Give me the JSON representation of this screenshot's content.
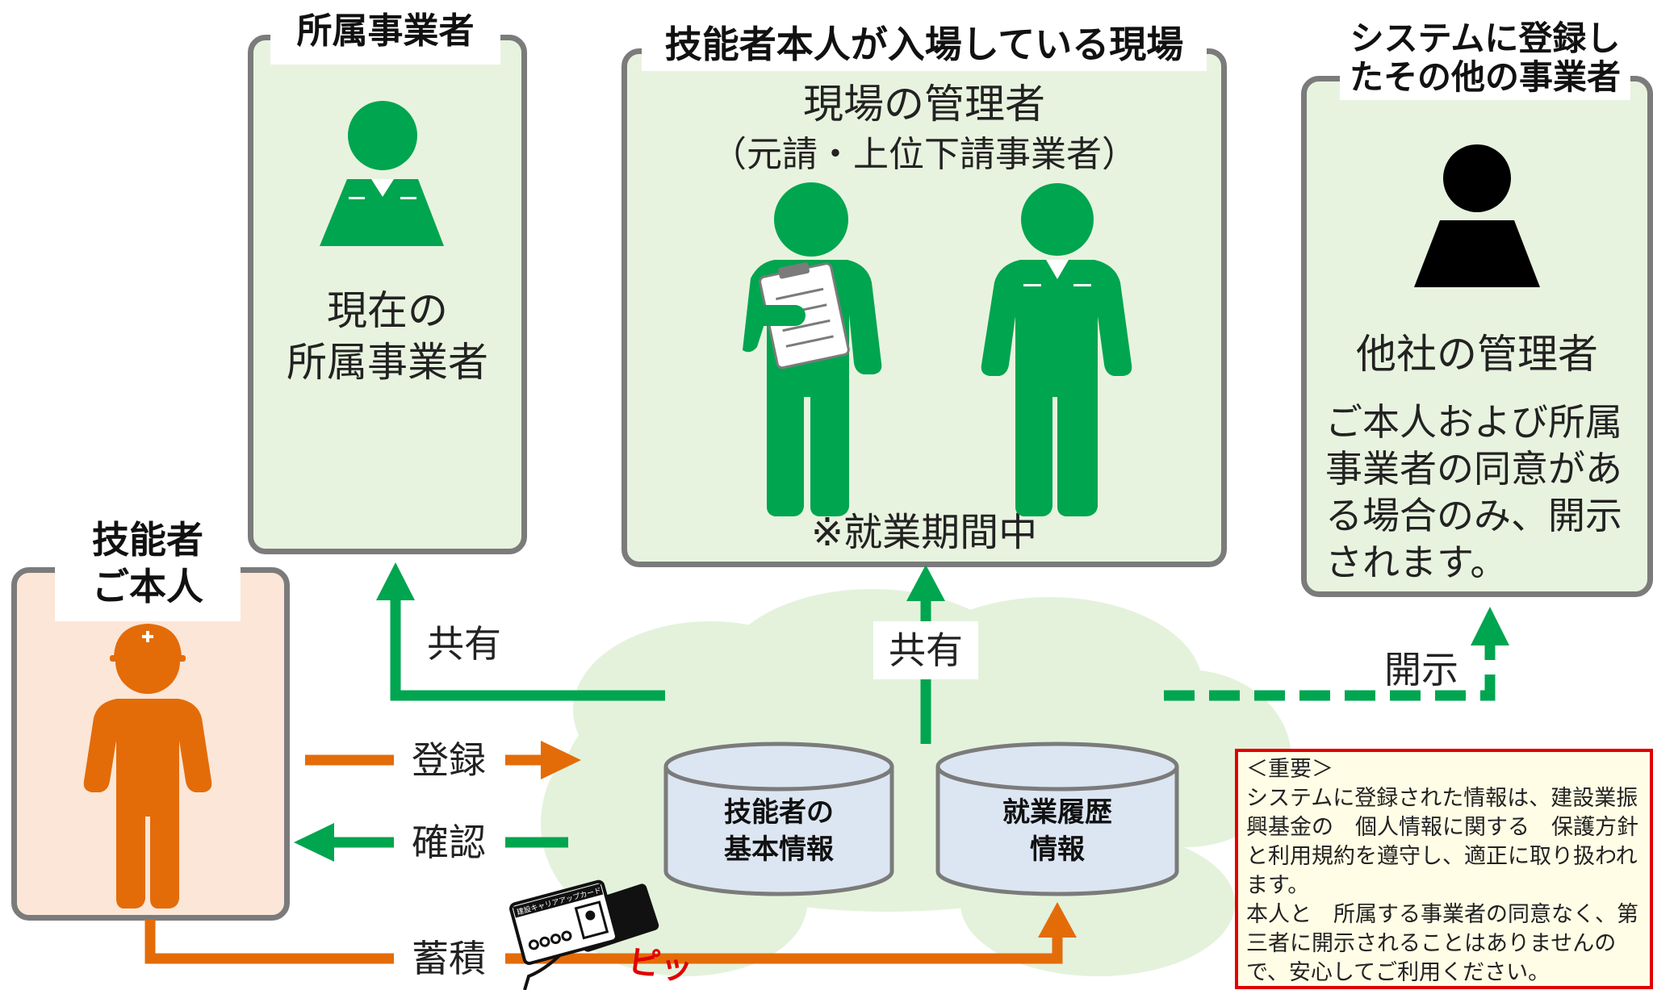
{
  "colors": {
    "green": "#00a54f",
    "orange": "#e36c09",
    "black": "#000000",
    "panel_green": "#e8f3df",
    "panel_orange": "#fbe6d8",
    "notice_border": "#e00000"
  },
  "panels": {
    "affiliated": {
      "title": "所属事業者",
      "text_line1": "現在の",
      "text_line2": "所属事業者"
    },
    "site": {
      "title": "技能者本人が入場している現場",
      "text_line1": "現場の管理者",
      "text_line2": "（元請・上位下請事業者）",
      "note": "※就業期間中"
    },
    "other": {
      "title_line1": "システムに登録し",
      "title_line2": "たその他の事業者",
      "heading": "他社の管理者",
      "text_line1": "ご本人および所属",
      "text_line2": "事業者の同意があ",
      "text_line3": "る場合のみ、開示",
      "text_line4": "されます。"
    },
    "worker": {
      "title_line1": "技能者",
      "title_line2": "ご本人"
    }
  },
  "arrows": {
    "share_left": "共有",
    "share_center": "共有",
    "disclose": "開示",
    "register": "登録",
    "confirm": "確認",
    "accumulate": "蓄積"
  },
  "databases": {
    "basic_line1": "技能者の",
    "basic_line2": "基本情報",
    "history_line1": "就業履歴",
    "history_line2": "情報"
  },
  "card": {
    "label": "建設キャリアアップカード",
    "beep": "ピッ"
  },
  "notice": {
    "heading": "＜重要＞",
    "body": "システムに登録された情報は、建設業振興基金の　個人情報に関する　保護方針と利用規約を遵守し、適正に取り扱われます。",
    "body2": "本人と　所属する事業者の同意なく、第三者に開示されることはありませんので、安心してご利用ください。"
  }
}
